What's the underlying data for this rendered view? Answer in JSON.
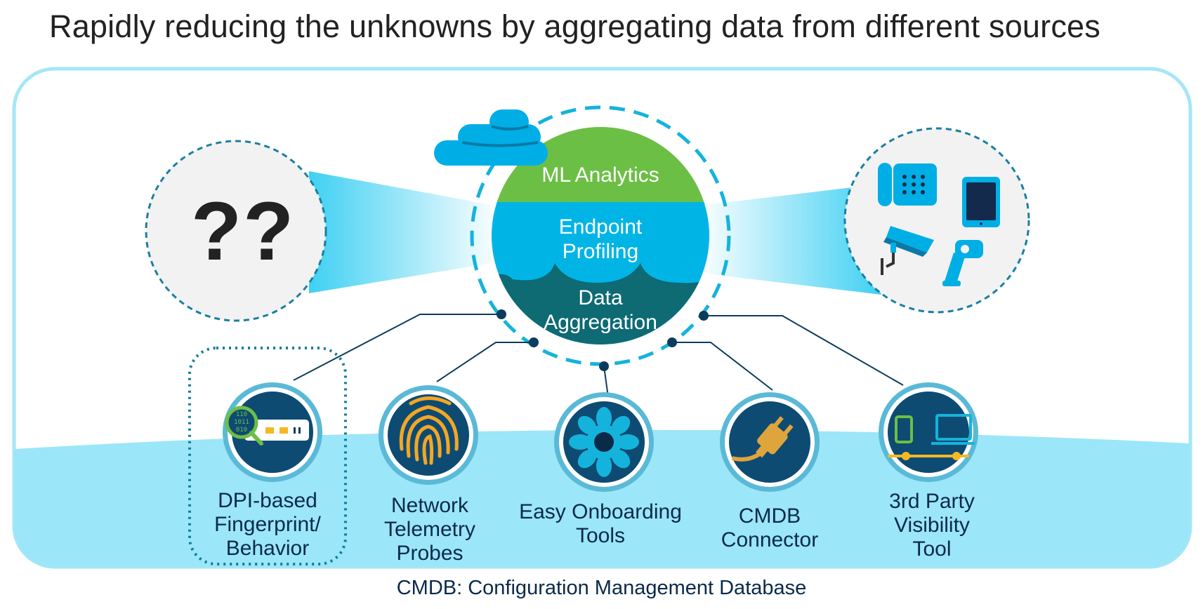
{
  "title": "Rapidly reducing the unknowns by aggregating data from different sources",
  "footnote": "CMDB: Configuration Management Database",
  "unknown": {
    "text": "??"
  },
  "core": {
    "layers": [
      {
        "label": "ML Analytics",
        "color": "#6cbf45"
      },
      {
        "label": "Endpoint\nProfiling",
        "color": "#00b5e6"
      },
      {
        "label": "Data\nAggregation",
        "color": "#0e6a73"
      }
    ]
  },
  "sources": [
    {
      "label": "DPI-based\nFingerprint/\nBehavior",
      "icon": "dpi-icon"
    },
    {
      "label": "Network\nTelemetry\nProbes",
      "icon": "fingerprint-icon"
    },
    {
      "label": "Easy Onboarding\nTools",
      "icon": "gear-flower-icon"
    },
    {
      "label": "CMDB\nConnector",
      "icon": "plug-icon"
    },
    {
      "label": "3rd Party\nVisibility\nTool",
      "icon": "network-devices-icon"
    }
  ],
  "known_devices": [
    "phone-icon",
    "tablet-icon",
    "camera-icon",
    "scanner-icon"
  ],
  "colors": {
    "panel_border": "#a6e6f6",
    "panel_bottom": "#9be6f8",
    "dashed": "#1a7fa0",
    "navy": "#0b3c5d"
  }
}
